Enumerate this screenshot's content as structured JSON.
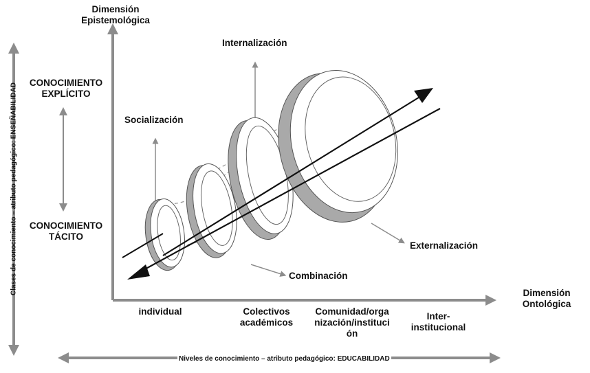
{
  "axes": {
    "y_axis_title_line1": "Dimensión",
    "y_axis_title_line2": "Epistemológica",
    "x_axis_title_line1": "Dimensión",
    "x_axis_title_line2": "Ontológica"
  },
  "knowledge_classes": {
    "explicit_line1": "CONOCIMIENTO",
    "explicit_line2": "EXPLÍCITO",
    "tacit_line1": "CONOCIMIENTO",
    "tacit_line2": "TÁCITO",
    "side_label": "Clases de conocimiento – atributo pedagógico: ENSEÑABILIDAD"
  },
  "phases": {
    "internalization": "Internalización",
    "socialization": "Socialización",
    "externalization": "Externalización",
    "combination": "Combinación"
  },
  "levels": {
    "individual": "individual",
    "collectives_line1": "Colectivos",
    "collectives_line2": "académicos",
    "community_line1": "Comunidad/orga",
    "community_line2": "nización/instituci",
    "community_line3": "ón",
    "inter_line1": "Inter-",
    "inter_line2": "institucional",
    "bottom_label": "Niveles de conocimiento – atributo pedagógico: EDUCABILIDAD"
  },
  "colors": {
    "ring_face": "#ffffff",
    "ring_side": "#a9a9a9",
    "axis": "#8c8c8c",
    "line": "#111111"
  }
}
